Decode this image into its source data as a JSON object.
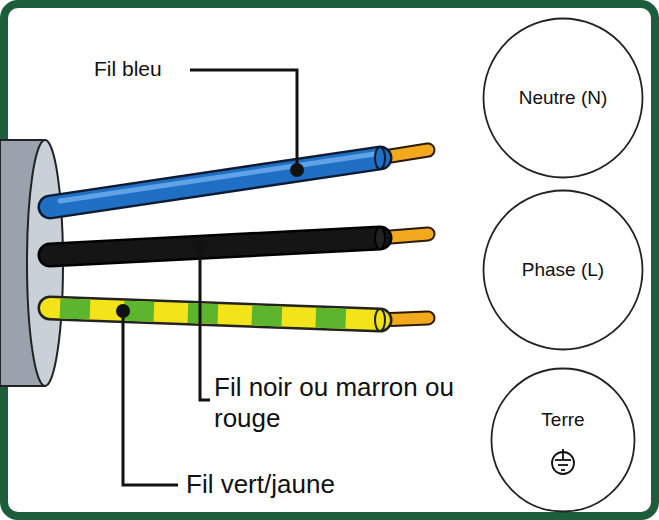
{
  "diagram": {
    "nodes": [
      {
        "text": [
          "Neutre (N)"
        ]
      },
      {
        "text": [
          "Phase (L)"
        ]
      },
      {
        "text": [
          "Terre"
        ]
      }
    ],
    "labels": [
      "Fil bleu",
      "Fil noir ou marron ou rouge",
      "Fil vert/jaune"
    ]
  }
}
